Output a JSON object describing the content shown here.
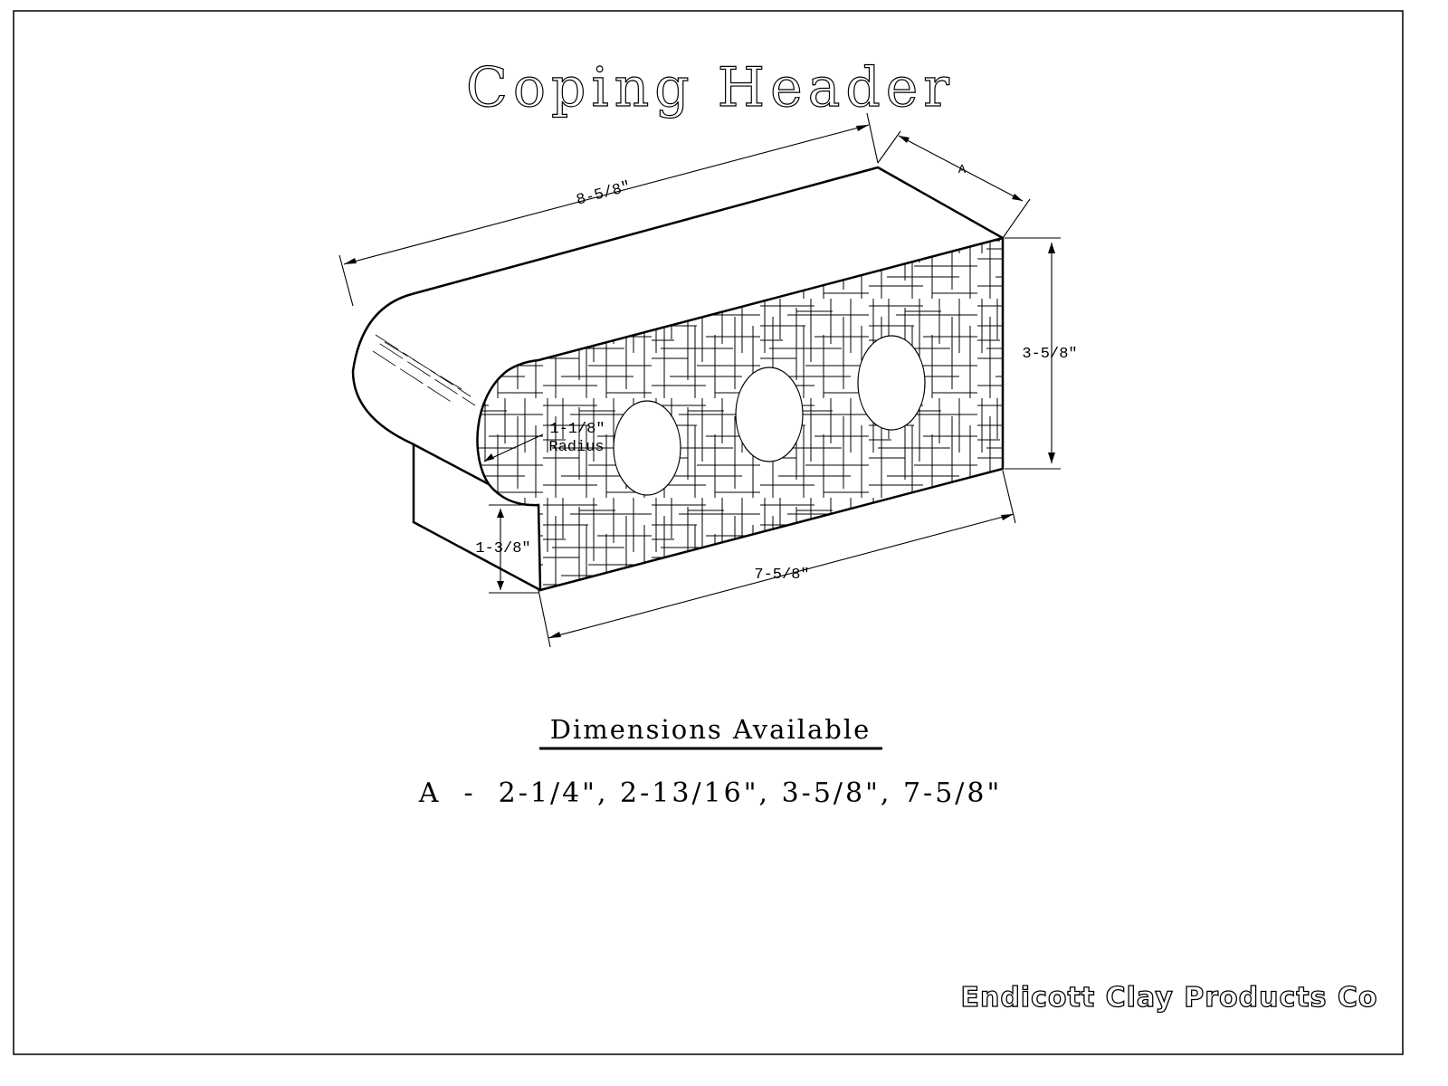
{
  "title": "Coping Header",
  "dimensions": {
    "length_top": "8-5/8\"",
    "width_label": "A",
    "height": "3-5/8\"",
    "length_bottom": "7-5/8\"",
    "radius_value": "1-1/8\"",
    "radius_label": "Radius",
    "drip_height": "1-3/8\""
  },
  "available": {
    "heading": "Dimensions Available",
    "values": "A  -  2-1/4\", 2-13/16\", 3-5/8\", 7-5/8\""
  },
  "company_logo": "Endicott Clay Products Co"
}
